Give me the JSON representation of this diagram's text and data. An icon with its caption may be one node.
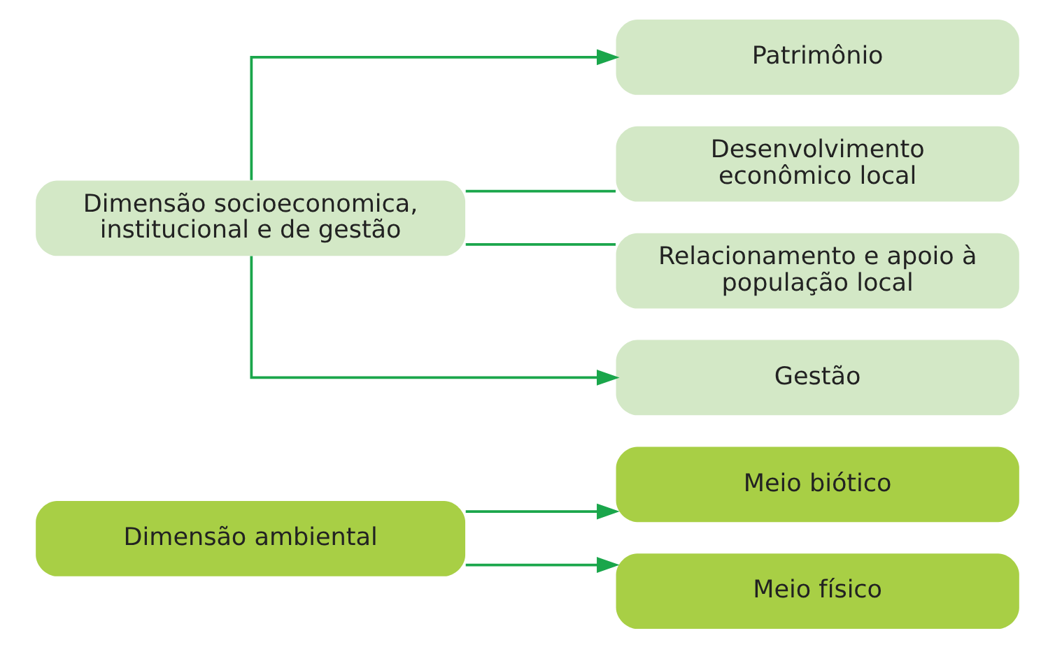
{
  "diagram": {
    "nodes": [
      {
        "text": [
          "Dimensão ambiental"
        ]
      },
      {
        "text": [
          "Meio biótico"
        ]
      },
      {
        "text": [
          "Meio físico"
        ]
      },
      {
        "text": [
          "Dimensão socioeconomica, institucional e de gestão"
        ]
      },
      {
        "text": [
          "Patrimônio"
        ]
      },
      {
        "text": [
          "Desenvolvimento econômico local"
        ]
      },
      {
        "text": [
          "Relacionamento e apoio à população local"
        ]
      },
      {
        "text": [
          "Gestão"
        ]
      }
    ],
    "edges": [
      {
        "from": 0,
        "to": 1,
        "arrow": "to"
      },
      {
        "from": 0,
        "to": 2,
        "arrow": "to"
      },
      {
        "from": 3,
        "to": 4,
        "arrow": "to"
      },
      {
        "from": 3,
        "to": 5,
        "arrow": "none"
      },
      {
        "from": 3,
        "to": 6,
        "arrow": "none"
      },
      {
        "from": 3,
        "to": 7,
        "arrow": "to"
      }
    ]
  }
}
